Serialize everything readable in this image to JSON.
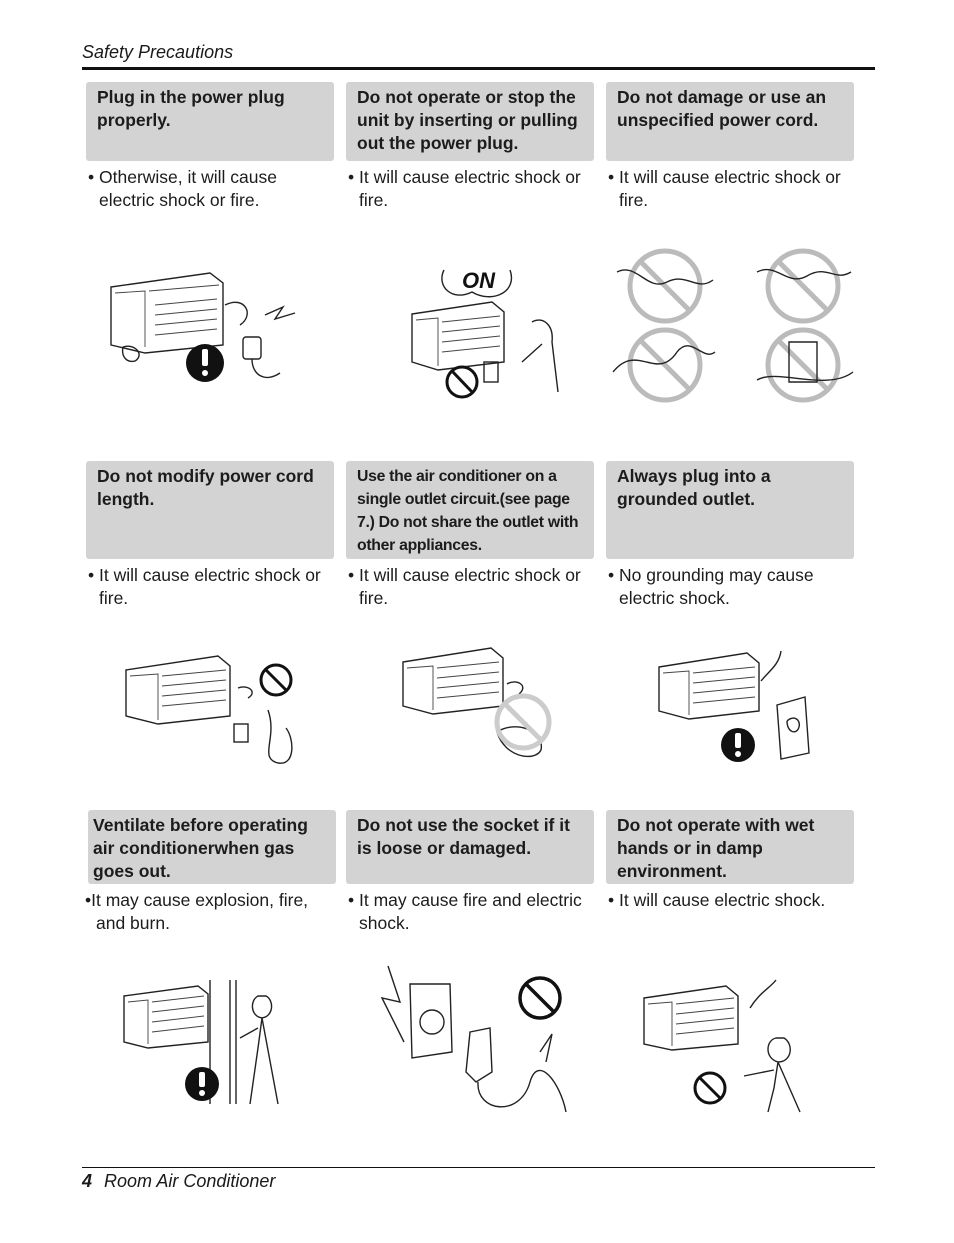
{
  "header": {
    "title": "Safety Precautions"
  },
  "footer": {
    "page_number": "4",
    "title": "Room Air Conditioner"
  },
  "cards": [
    {
      "heading": "Plug in the power plug properly.",
      "text": "Otherwise, it will cause electric shock or fire."
    },
    {
      "heading": "Do not operate or stop the unit by inserting or pulling out the power plug.",
      "text": "It will cause electric shock or fire.",
      "label": "ON"
    },
    {
      "heading": "Do not damage or use an unspecified power cord.",
      "text": "It will cause electric shock or fire."
    },
    {
      "heading": "Do not modify power cord length.",
      "text": "It will cause electric shock or fire."
    },
    {
      "heading": "Use the air conditioner on a single outlet circuit.(see page 7.) Do not share the outlet with other appliances.",
      "text": "It will cause electric shock or fire."
    },
    {
      "heading": "Always plug into a grounded outlet.",
      "text": "No grounding may cause electric shock."
    },
    {
      "heading": "Ventilate before operating air conditionerwhen gas goes out.",
      "text": "It may cause explosion, fire, and burn."
    },
    {
      "heading": "Do not use the socket if it is loose or damaged.",
      "text": "It may cause fire and electric shock."
    },
    {
      "heading": "Do not operate with wet hands or in damp environment.",
      "text": "It will cause electric shock."
    }
  ],
  "bullet_char": "•",
  "icons": {
    "mandatory": "exclamation-circle-icon",
    "prohibited": "prohibition-icon"
  },
  "colors": {
    "heading_box": "#d3d3d3",
    "rule": "#111111"
  }
}
